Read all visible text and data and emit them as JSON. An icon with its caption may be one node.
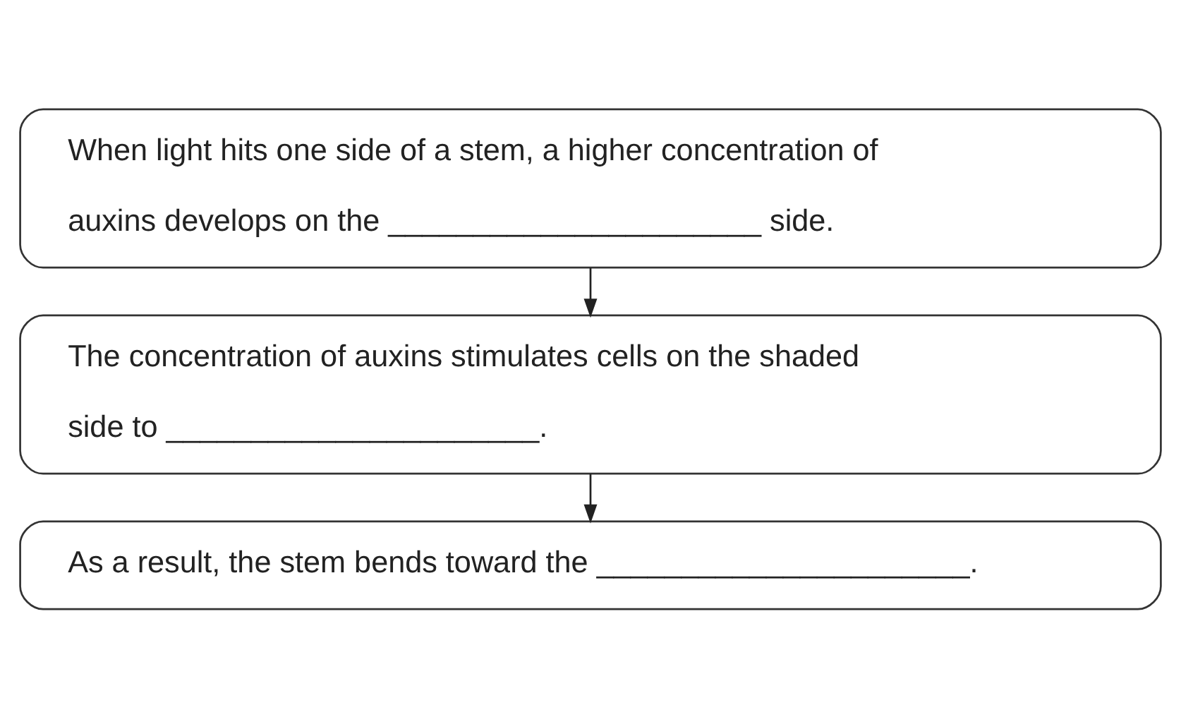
{
  "diagram": {
    "nodes": [
      {
        "text": [
          "When light hits one side of a stem, a higher concentration of auxins develops on the ______________________ side."
        ]
      },
      {
        "text": [
          "The concentration of auxins stimulates cells on the shaded side to ______________________."
        ]
      },
      {
        "text": [
          "As a result, the stem bends toward the ______________________."
        ]
      }
    ],
    "edges": [
      {
        "from": 0,
        "to": 1,
        "arrow": "to"
      },
      {
        "from": 1,
        "to": 2,
        "arrow": "to"
      }
    ]
  }
}
